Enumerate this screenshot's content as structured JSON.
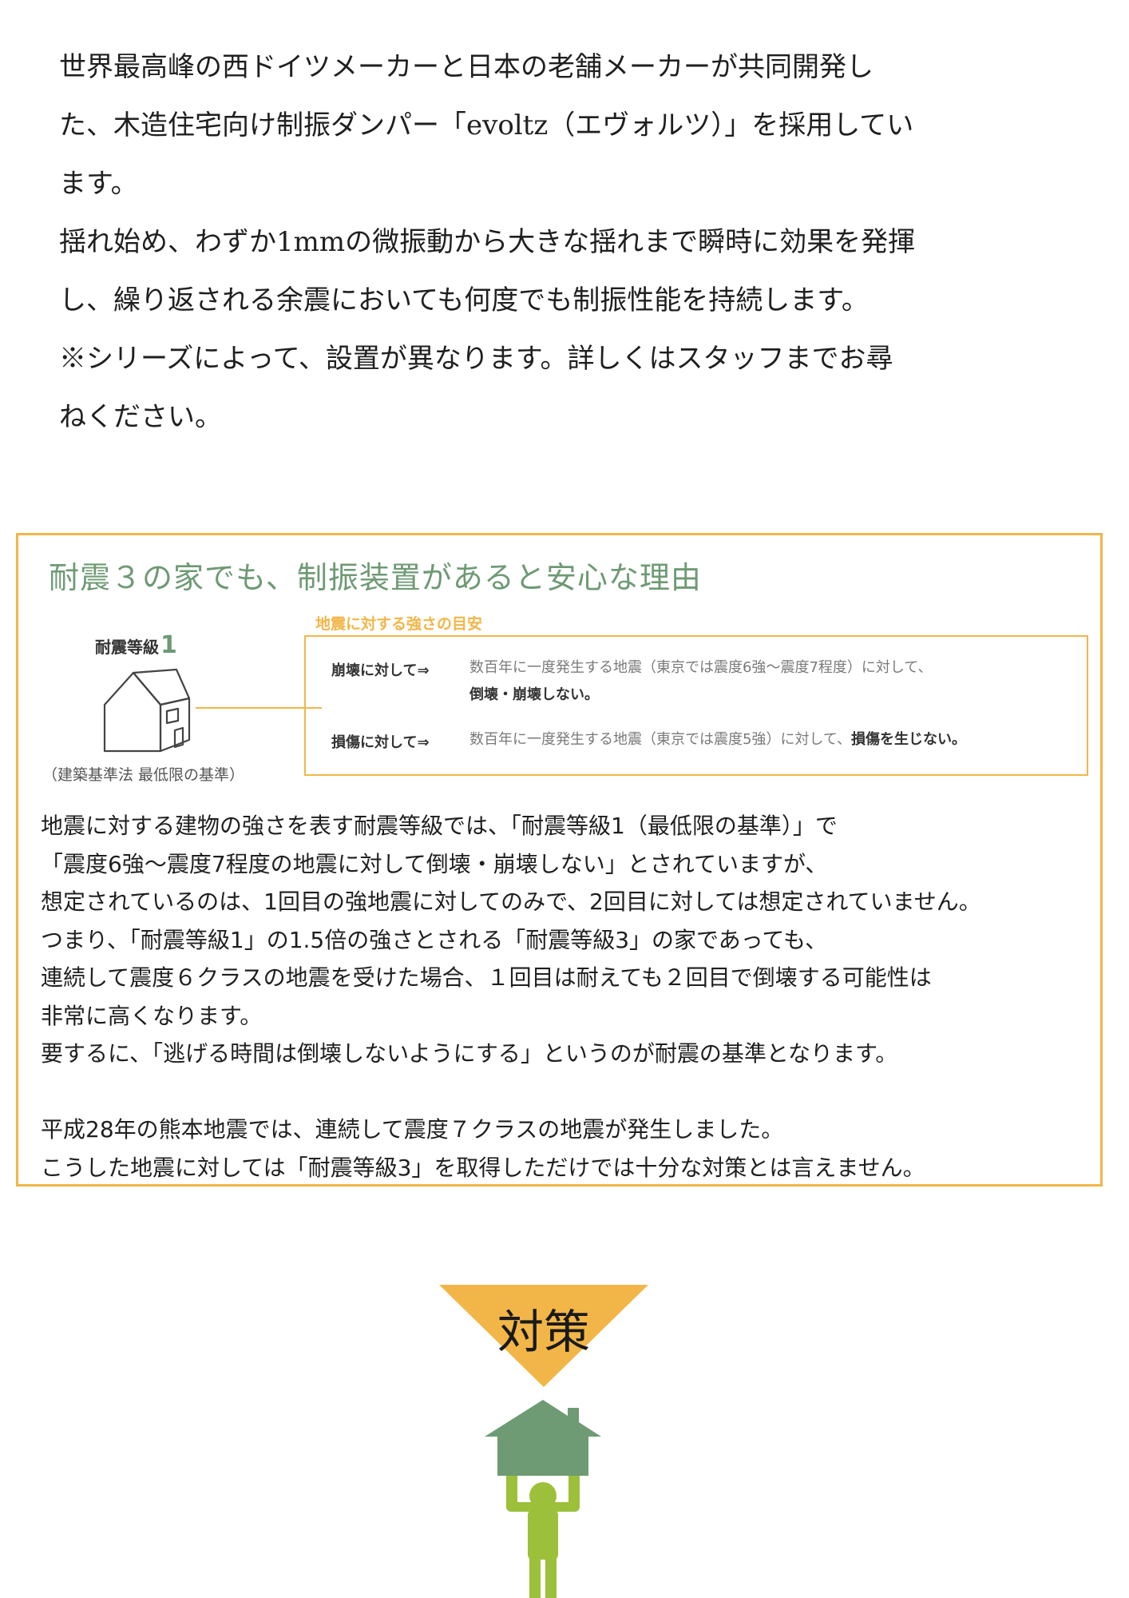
{
  "intro": {
    "lines": [
      "世界最高峰の西ドイツメーカーと日本の老舗メーカーが共同開発し",
      "た、木造住宅向け制振ダンパー「evoltz（エヴォルツ）」を採用してい",
      "ます。",
      "揺れ始め、わずか1mmの微振動から大きな揺れまで瞬時に効果を発揮",
      "し、繰り返される余震においても何度でも制振性能を持続します。",
      "※シリーズによって、設置が異なります。詳しくはスタッフまでお尋",
      "ねください。"
    ]
  },
  "box": {
    "title": "耐震３の家でも、制振装置があると安心な理由",
    "grade_label": "耐震等級",
    "grade_number": "1",
    "grade_caption": "（建築基準法 最低限の基準）",
    "scale_title": "地震に対する強さの目安",
    "rows": [
      {
        "label": "崩壊に対して⇒",
        "desc_line1": "数百年に一度発生する地震（東京では震度6強〜震度7程度）に対して、",
        "desc_bold": "倒壊・崩壊しない。"
      },
      {
        "label": "損傷に対して⇒",
        "desc_line1": "数百年に一度発生する地震（東京では震度5強）に対して、",
        "desc_bold": "損傷を生じない。"
      }
    ],
    "paragraph1": [
      "地震に対する建物の強さを表す耐震等級では、「耐震等級1（最低限の基準）」で",
      "「震度6強〜震度7程度の地震に対して倒壊・崩壊しない」とされていますが、",
      "想定されているのは、1回目の強地震に対してのみで、2回目に対しては想定されていません。",
      "つまり、「耐震等級1」の1.5倍の強さとされる「耐震等級3」の家であっても、",
      "連続して震度６クラスの地震を受けた場合、１回目は耐えても２回目で倒壊する可能性は",
      "非常に高くなります。",
      " 要するに、「逃げる時間は倒壊しないようにする」というのが耐震の基準となります。"
    ],
    "paragraph2": [
      "平成28年の熊本地震では、連続して震度７クラスの地震が発生しました。",
      "こうした地震に対しては「耐震等級3」を取得しただけでは十分な対策とは言えません。"
    ]
  },
  "taisaku": {
    "label": "対策"
  },
  "colors": {
    "accent_orange": "#f2b648",
    "accent_green": "#6e9a74",
    "figure_green": "#9cc03a"
  },
  "icons": [
    "house-outline-icon",
    "triangle-arrow-icon",
    "person-holding-house-icon"
  ]
}
